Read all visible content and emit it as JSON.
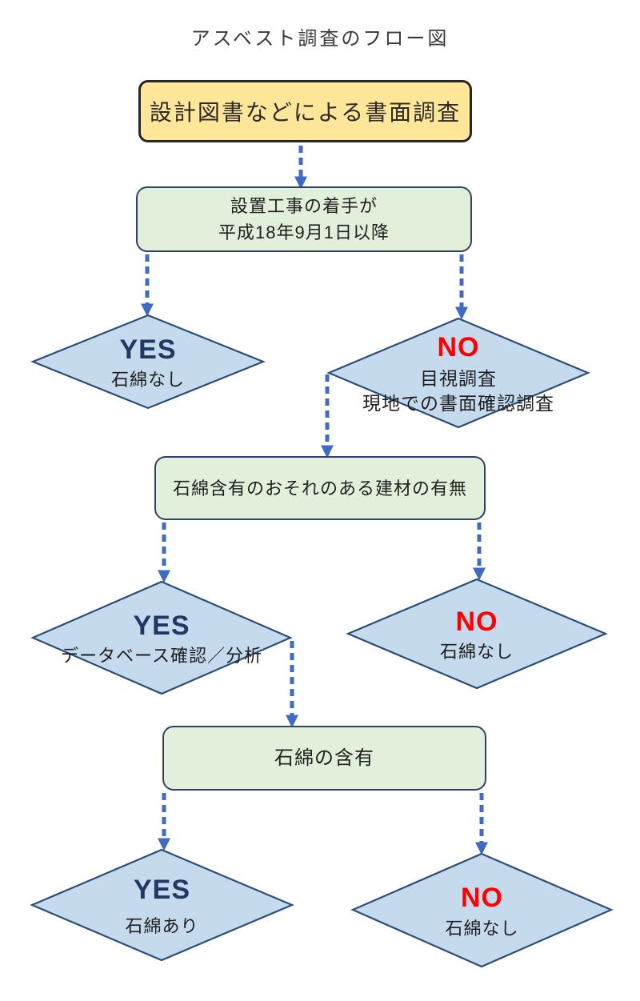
{
  "title": "アスベスト調査のフロー図",
  "colors": {
    "start_fill": "#ffe699",
    "start_border": "#262626",
    "question_fill": "#e2efda",
    "question_border": "#2f4369",
    "diamond_fill": "#c5daec",
    "diamond_border": "#2c4e79",
    "arrow": "#3f6bc5",
    "yes_text": "#1f3864",
    "no_text": "#ff0000"
  },
  "nodes": {
    "start": {
      "label": "設計図書などによる書面調査"
    },
    "q1": {
      "line1": "設置工事の着手が",
      "line2": "平成18年9月1日以降"
    },
    "d1_yes": {
      "decision": "YES",
      "label": "石綿なし"
    },
    "d1_no": {
      "decision": "NO",
      "label1": "目視調査",
      "label2": "現地での書面確認調査"
    },
    "q2": {
      "label": "石綿含有のおそれのある建材の有無"
    },
    "d2_yes": {
      "decision": "YES",
      "label": "データベース確認／分析"
    },
    "d2_no": {
      "decision": "NO",
      "label": "石綿なし"
    },
    "q3": {
      "label": "石綿の含有"
    },
    "d3_yes": {
      "decision": "YES",
      "label": "石綿あり"
    },
    "d3_no": {
      "decision": "NO",
      "label": "石綿なし"
    }
  },
  "edges": [
    {
      "from": "start",
      "to": "q1"
    },
    {
      "from": "q1",
      "to": "d1_yes"
    },
    {
      "from": "q1",
      "to": "d1_no"
    },
    {
      "from": "d1_no",
      "to": "q2"
    },
    {
      "from": "q2",
      "to": "d2_yes"
    },
    {
      "from": "q2",
      "to": "d2_no"
    },
    {
      "from": "d2_yes",
      "to": "q3"
    },
    {
      "from": "q3",
      "to": "d3_yes"
    },
    {
      "from": "q3",
      "to": "d3_no"
    }
  ]
}
